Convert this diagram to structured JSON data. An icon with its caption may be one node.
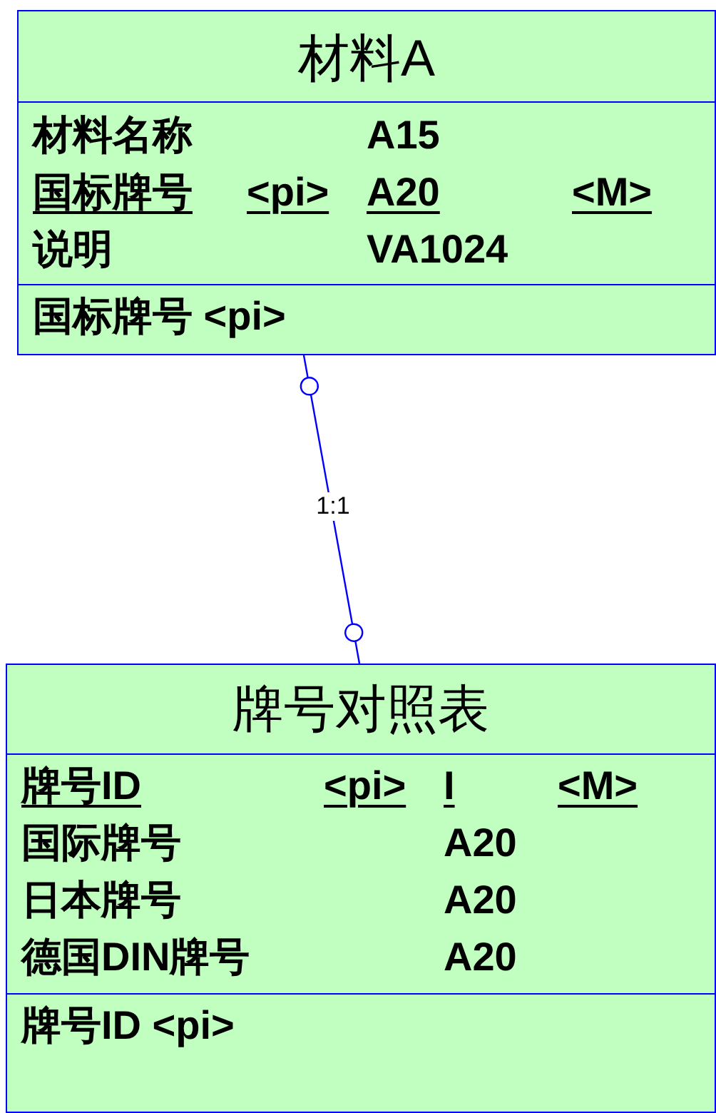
{
  "diagram": {
    "nodes": [
      {
        "text": [
          "材料A",
          "材料名称",
          "A15",
          "国标牌号",
          "<pi>",
          "A20",
          "<M>",
          "说明",
          "VA1024",
          "国标牌号 <pi>"
        ]
      },
      {
        "text": [
          "牌号对照表",
          "牌号ID",
          "<pi>",
          "I",
          "<M>",
          "国际牌号",
          "A20",
          "日本牌号",
          "A20",
          "德国DIN牌号",
          "A20",
          "牌号ID <pi>"
        ]
      }
    ],
    "edges": [
      {
        "from": 0,
        "to": 1,
        "arrow": "other",
        "label": "1:1"
      }
    ]
  }
}
